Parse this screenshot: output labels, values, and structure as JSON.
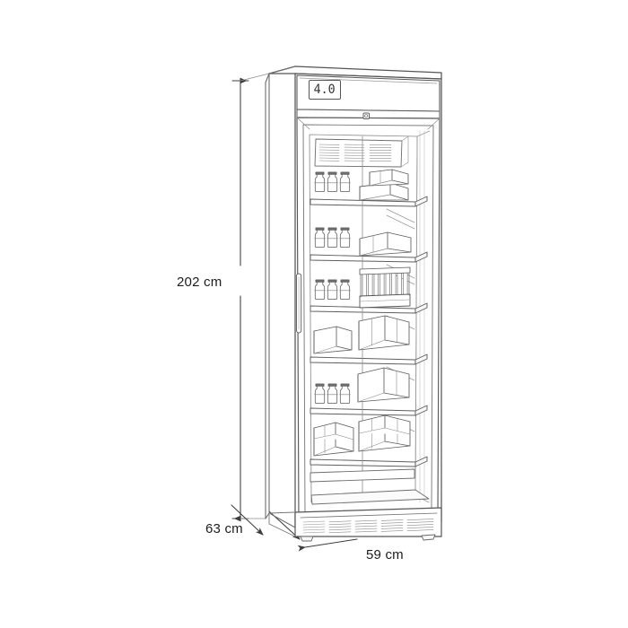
{
  "product": {
    "type": "upright-glass-door-refrigerator",
    "display_value": "4.0",
    "display_unit_implied": "degrees-celsius",
    "door": "single glass door",
    "shelf_count": 6
  },
  "dimensions": {
    "height": {
      "label": "202 cm",
      "value": 202,
      "unit": "cm"
    },
    "depth": {
      "label": "63 cm",
      "value": 63,
      "unit": "cm"
    },
    "width": {
      "label": "59 cm",
      "value": 59,
      "unit": "cm"
    }
  },
  "style": {
    "line_color": "#4a4a4a",
    "line_color_light": "#8a8a8a",
    "dimension_color": "#3c3c3c",
    "text_color": "#1d1d1d",
    "background": "#ffffff"
  },
  "contents": {
    "shelves": [
      {
        "index": 1,
        "items": [
          "3 bottles",
          "stacked boxes"
        ]
      },
      {
        "index": 2,
        "items": [
          "3 bottles",
          "stacked boxes"
        ]
      },
      {
        "index": 3,
        "items": [
          "3 bottles",
          "test tube rack"
        ]
      },
      {
        "index": 4,
        "items": [
          "box",
          "stacked boxes"
        ]
      },
      {
        "index": 5,
        "items": [
          "3 vials",
          "stacked boxes"
        ]
      },
      {
        "index": 6,
        "items": [
          "stacked boxes",
          "stacked boxes"
        ]
      }
    ],
    "features": [
      "top vent grille",
      "door lock",
      "vertical door handle",
      "base ventilation grille"
    ]
  }
}
